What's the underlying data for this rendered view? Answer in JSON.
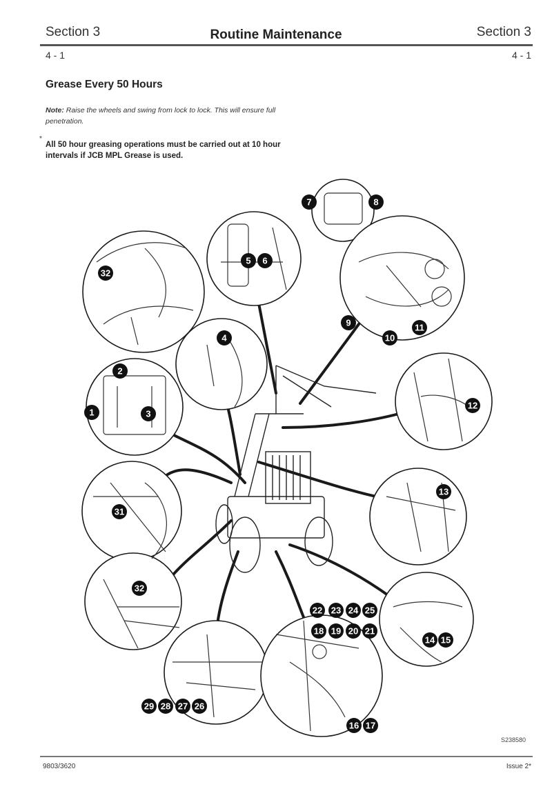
{
  "header": {
    "section_left": "Section 3",
    "title": "Routine Maintenance",
    "section_right": "Section 3",
    "page_left": "4 - 1",
    "page_right": "4 - 1"
  },
  "content": {
    "heading": "Grease Every 50 Hours",
    "note_label": "Note:",
    "note_text": " Raise the wheels and swing from lock to lock. This will ensure full penetration.",
    "asterisk": "*",
    "warning": "All 50 hour greasing operations must be carried out at 10 hour intervals if JCB MPL Grease is used."
  },
  "diagram": {
    "figure_code": "S238580",
    "callouts": [
      "1",
      "2",
      "3",
      "4",
      "5",
      "6",
      "7",
      "8",
      "9",
      "10",
      "11",
      "12",
      "13",
      "14",
      "15",
      "16",
      "17",
      "18",
      "19",
      "20",
      "21",
      "22",
      "23",
      "24",
      "25",
      "26",
      "27",
      "28",
      "29",
      "31",
      "32",
      "32"
    ],
    "colors": {
      "line": "#1a1a1a",
      "badge": "#111111",
      "badge_text": "#ffffff"
    }
  },
  "footer": {
    "doc_number": "9803/3620",
    "issue": "Issue 2*"
  }
}
